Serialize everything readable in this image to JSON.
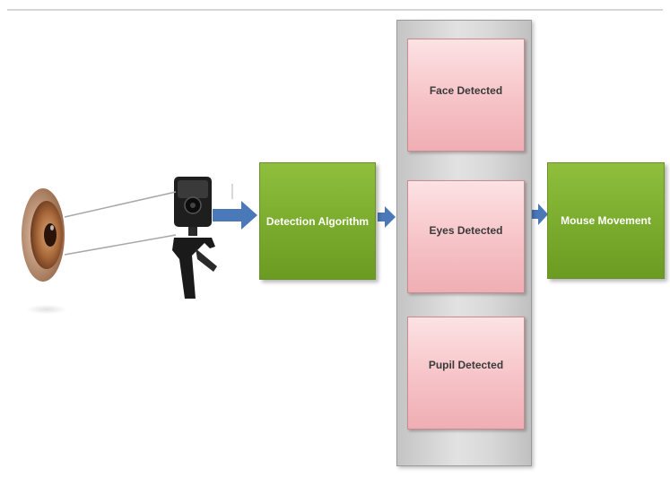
{
  "diagram": {
    "nodes": {
      "detection_algorithm": "Detection Algorithm",
      "face_detected": "Face Detected",
      "eyes_detected": "Eyes Detected",
      "pupil_detected": "Pupil Detected",
      "mouse_movement": "Mouse Movement"
    },
    "icons": {
      "eye": "eye-icon",
      "camera": "webcam-icon"
    },
    "colors": {
      "process_box": "#7aab2d",
      "stage_box": "#f6c3c7",
      "panel": "#d8d8d8",
      "arrow": "#4a78b8"
    }
  }
}
